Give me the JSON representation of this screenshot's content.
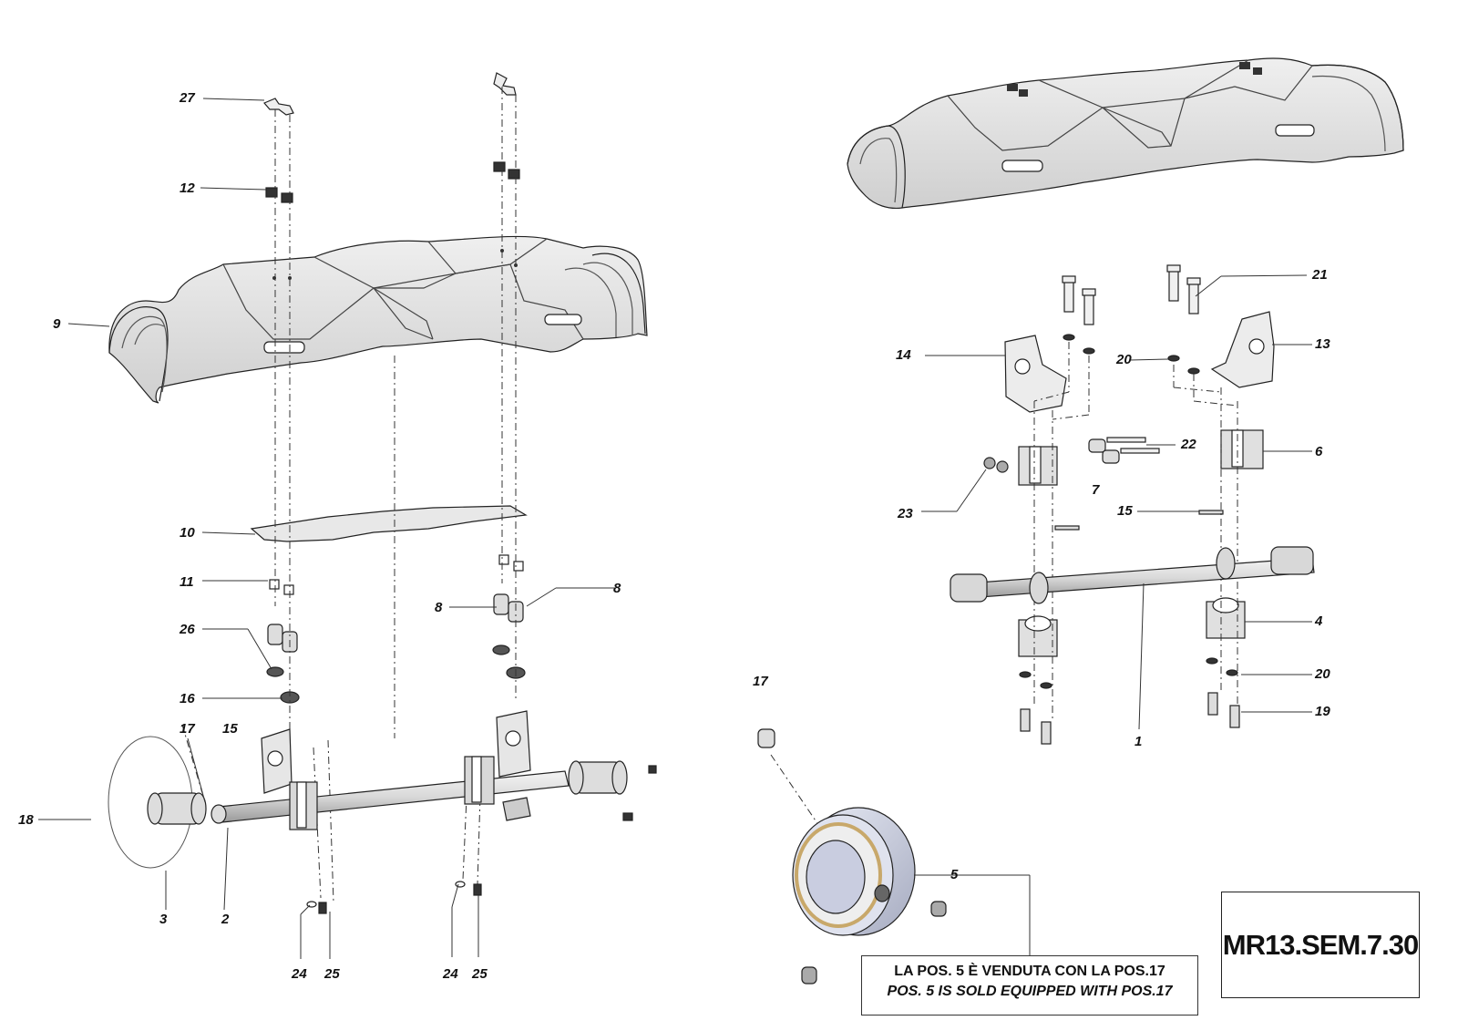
{
  "drawing_code": "MR13.SEM.7.30",
  "note": {
    "line_it": "LA POS. 5 È VENDUTA CON LA POS.17",
    "line_en": "POS. 5 IS SOLD EQUIPPED WITH POS.17"
  },
  "labels": {
    "l27": "27",
    "l12": "12",
    "l9": "9",
    "l10": "10",
    "l11": "11",
    "l26": "26",
    "l16": "16",
    "l17a": "17",
    "l15a": "15",
    "l18": "18",
    "l3": "3",
    "l2": "2",
    "l24a": "24",
    "l25a": "25",
    "l24b": "24",
    "l25b": "25",
    "l8a": "8",
    "l8b": "8",
    "l21": "21",
    "l14": "14",
    "l20a": "20",
    "l13": "13",
    "l22": "22",
    "l6": "6",
    "l7": "7",
    "l23": "23",
    "l15b": "15",
    "l4": "4",
    "l20b": "20",
    "l19": "19",
    "l1": "1",
    "l17b": "17",
    "l5": "5"
  }
}
